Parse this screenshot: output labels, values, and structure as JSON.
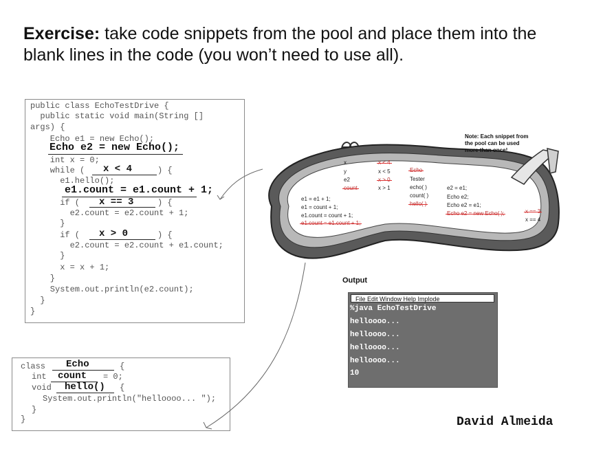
{
  "header": {
    "label": "Exercise:",
    "text": " take code snippets from the pool and place them into the blank lines in the code (you won’t need to use all)."
  },
  "main_code": {
    "lines": [
      "public class EchoTestDrive {",
      "  public static void main(String []",
      "args) {",
      "    Echo e1 = new Echo();",
      "    int x = 0;",
      "    while (",
      ") {",
      "      e1.hello();",
      "      if (",
      ") {",
      "        e2.count = e2.count + 1;",
      "      }",
      "      if (",
      ") {",
      "        e2.count = e2.count + e1.count;",
      "      }",
      "      x = x + 1;",
      "    }",
      "    System.out.println(e2.count);",
      "  }",
      "}"
    ],
    "answers": {
      "decl": "Echo e2 = new Echo();",
      "while_cond": "x < 4",
      "inc": "e1.count = e1.count + 1;",
      "if1": "x == 3",
      "if2": "x > 0"
    }
  },
  "echo_code": {
    "class_kw": "class",
    "int_kw": "int",
    "int_tail": "= 0;",
    "void_kw": "void",
    "brace": "{",
    "println": "System.out.println(\"helloooo... \");",
    "close1": "}",
    "close2": "}",
    "answers": {
      "class_name": "Echo",
      "field": "count",
      "method": "hello()"
    }
  },
  "pool": {
    "note": "Note: Each snippet from the pool can be used more than once!",
    "col1": [
      "x",
      "y",
      "e2"
    ],
    "col1_struck": [
      "count"
    ],
    "col2_struck": [
      "x < 4",
      "x > 0"
    ],
    "col2": [
      "x < 5",
      "x > 1"
    ],
    "col3_struck_top": "Echo",
    "col3": [
      "Tester",
      "echo( )",
      "count( )"
    ],
    "col3_struck_bottom": "hello( )",
    "col4": [
      "e2 = e1;",
      "Echo e2;",
      "Echo e2 = e1;"
    ],
    "col4_struck": "Echo e2 = new Echo( );",
    "col5_struck": "x == 3",
    "col5": "x == 4",
    "bottom": [
      "e1 = e1 + 1;",
      "e1 = count + 1;",
      "e1.count = count + 1;"
    ],
    "bottom_struck": "e1.count = e1.count + 1;"
  },
  "output": {
    "label": "Output",
    "menu": "File  Edit  Window  Help  Implode",
    "lines": [
      "%java EchoTestDrive",
      "helloooo...",
      "helloooo...",
      "helloooo...",
      "helloooo...",
      "10"
    ]
  },
  "author": "David Almeida",
  "colors": {
    "strike": "#d33333",
    "terminal_bg": "#6e6e6e",
    "pool_rim": "#5a5a5a"
  }
}
